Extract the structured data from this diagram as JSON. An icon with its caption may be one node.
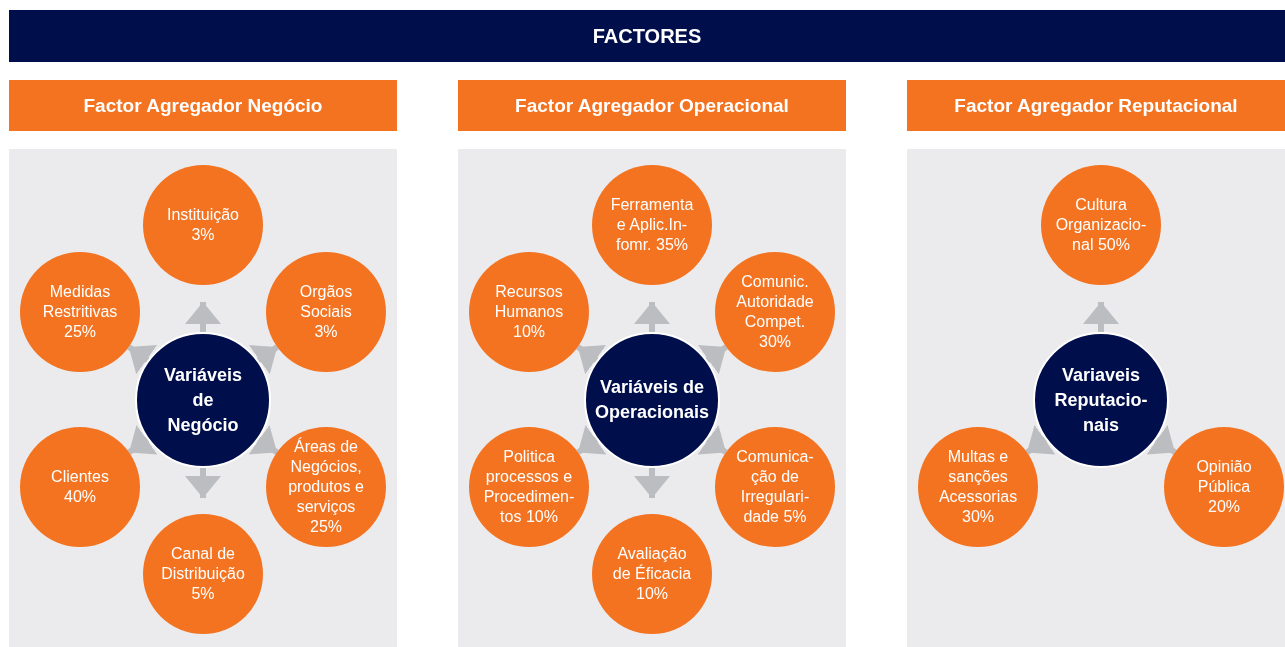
{
  "diagram": {
    "title": "FACTORES",
    "nodes": [
      {
        "text": [
          "Factor Agregador Negócio"
        ]
      },
      {
        "text": [
          "Factor Agregador Operacional"
        ]
      },
      {
        "text": [
          "Factor Agregador Reputacional"
        ]
      },
      {
        "text": [],
        "shape": "box"
      },
      {
        "text": [
          "Instituição 3%"
        ],
        "in": 3
      },
      {
        "text": [
          "Medidas Restritivas 25%"
        ],
        "in": 3
      },
      {
        "text": [
          "Orgãos Sociais 3%"
        ],
        "in": 3
      },
      {
        "text": [
          "Variáveis de Negócio"
        ],
        "in": 3
      },
      {
        "text": [
          "Clientes 40%"
        ],
        "in": 3
      },
      {
        "text": [
          "Áreas de Negócios, produtos e serviços 25%"
        ],
        "in": 3
      },
      {
        "text": [
          "Canal de Distribuição 5%"
        ],
        "in": 3
      },
      {
        "text": [],
        "shape": "box"
      },
      {
        "text": [
          "Ferramenta e Aplic.In-fomr. 35%"
        ],
        "in": 11
      },
      {
        "text": [
          "Recursos Humanos 10%"
        ],
        "in": 11
      },
      {
        "text": [
          "Comunic. Autoridade Compet. 30%"
        ],
        "in": 11
      },
      {
        "text": [
          "Variáveis de Operacionais"
        ],
        "in": 11
      },
      {
        "text": [
          "Politica processos e Procedimen-tos 10%"
        ],
        "in": 11
      },
      {
        "text": [
          "Comunica-ção de Irregulari-dade 5%"
        ],
        "in": 11
      },
      {
        "text": [
          "Avaliação de Éficacia 10%"
        ],
        "in": 11
      },
      {
        "text": [],
        "shape": "box"
      },
      {
        "text": [
          "Cultura Organizacio-nal 50%"
        ],
        "in": 19
      },
      {
        "text": [
          "Variaveis Reputacio-nais"
        ],
        "in": 19
      },
      {
        "text": [
          "Multas e sanções Acessorias 30%"
        ],
        "in": 19
      },
      {
        "text": [
          "Opinião Pública 20%"
        ],
        "in": 19
      }
    ],
    "edges": [
      {
        "from": 7,
        "to": 4,
        "arrow": "to"
      },
      {
        "from": 7,
        "to": 6,
        "arrow": "to"
      },
      {
        "from": 7,
        "to": 9,
        "arrow": "to"
      },
      {
        "from": 7,
        "to": 10,
        "arrow": "to"
      },
      {
        "from": 7,
        "to": 8,
        "arrow": "to"
      },
      {
        "from": 7,
        "to": 5,
        "arrow": "to"
      },
      {
        "from": 15,
        "to": 12,
        "arrow": "to"
      },
      {
        "from": 15,
        "to": 14,
        "arrow": "to"
      },
      {
        "from": 15,
        "to": 17,
        "arrow": "to"
      },
      {
        "from": 15,
        "to": 18,
        "arrow": "to"
      },
      {
        "from": 15,
        "to": 16,
        "arrow": "to"
      },
      {
        "from": 15,
        "to": 13,
        "arrow": "to"
      },
      {
        "from": 21,
        "to": 20,
        "arrow": "to"
      },
      {
        "from": 21,
        "to": 23,
        "arrow": "to"
      },
      {
        "from": 21,
        "to": 22,
        "arrow": "to"
      }
    ]
  }
}
